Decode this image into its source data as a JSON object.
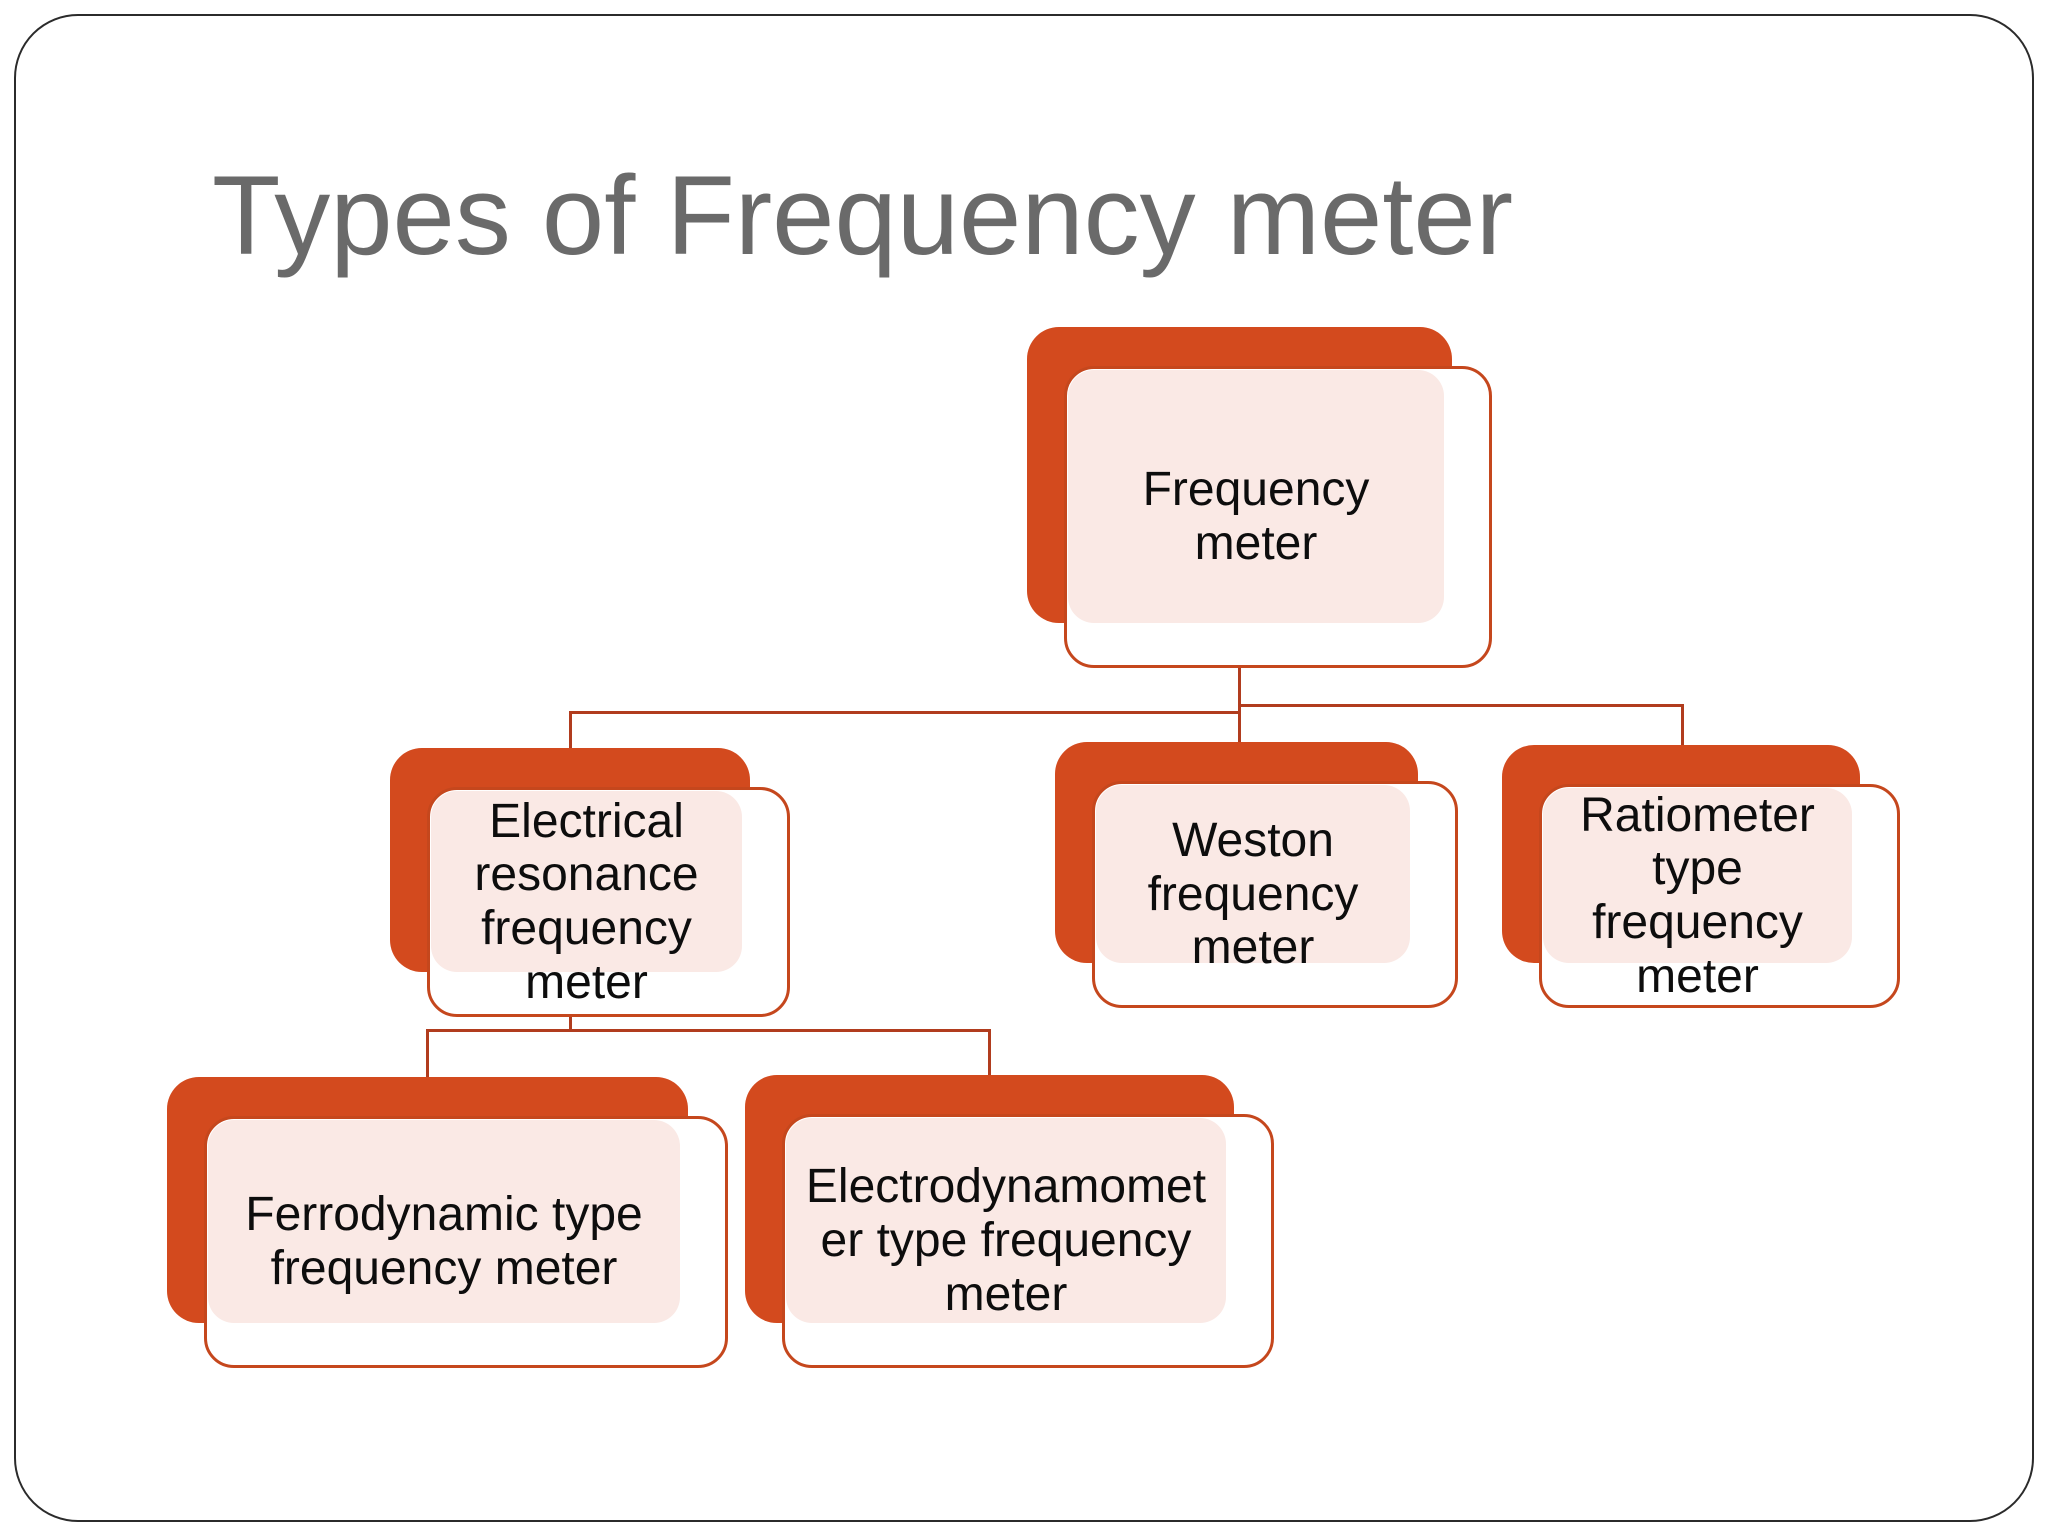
{
  "title": "Types of Frequency meter",
  "colors": {
    "back_panel": "#d34a1e",
    "front_border": "#c5471d",
    "accent_fill": "#fae9e5",
    "connector": "#b13c1e",
    "title_text": "#6a6a6a",
    "node_text": "#0d0d0d",
    "frame_border": "#2b2b2b"
  },
  "chart_data": {
    "type": "table",
    "title": "Types of Frequency meter",
    "hierarchy": {
      "root": "Frequency meter",
      "children": [
        {
          "name": "Electrical resonance frequency meter",
          "children": [
            {
              "name": "Ferrodynamic type frequency meter"
            },
            {
              "name": "Electrodynamometer type frequency meter"
            }
          ]
        },
        {
          "name": "Weston frequency meter"
        },
        {
          "name": "Ratiometer type frequency meter"
        }
      ]
    }
  },
  "nodes": [
    {
      "id": "frequency-meter",
      "label": "Frequency\nmeter"
    },
    {
      "id": "electrical-resonance",
      "label": "Electrical\nresonance\nfrequency\nmeter"
    },
    {
      "id": "weston",
      "label": "Weston\nfrequency\nmeter"
    },
    {
      "id": "ratiometer",
      "label": "Ratiometer\ntype\nfrequency\nmeter"
    },
    {
      "id": "ferrodynamic",
      "label": "Ferrodynamic type\nfrequency meter"
    },
    {
      "id": "electrodynamometer",
      "label": "Electrodynamomet\ner type frequency\nmeter"
    }
  ]
}
